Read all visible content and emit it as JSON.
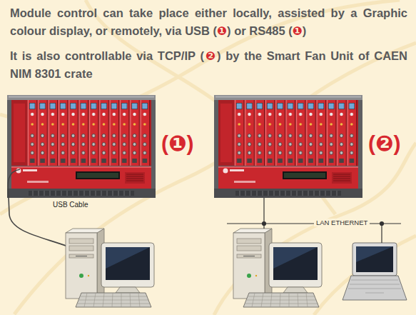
{
  "diagram": {
    "labels": [
      "Module control can take place either locally, assisted by a Graphic colour display, or remotely, via USB (❶) or RS485 (❶)",
      "It is also controllable via TCP/IP (❷) by the Smart Fan Unit of CAEN NIM 8301 crate",
      "(❶)",
      "(❷)",
      "USB Cable",
      "LAN ETHERNET"
    ]
  }
}
